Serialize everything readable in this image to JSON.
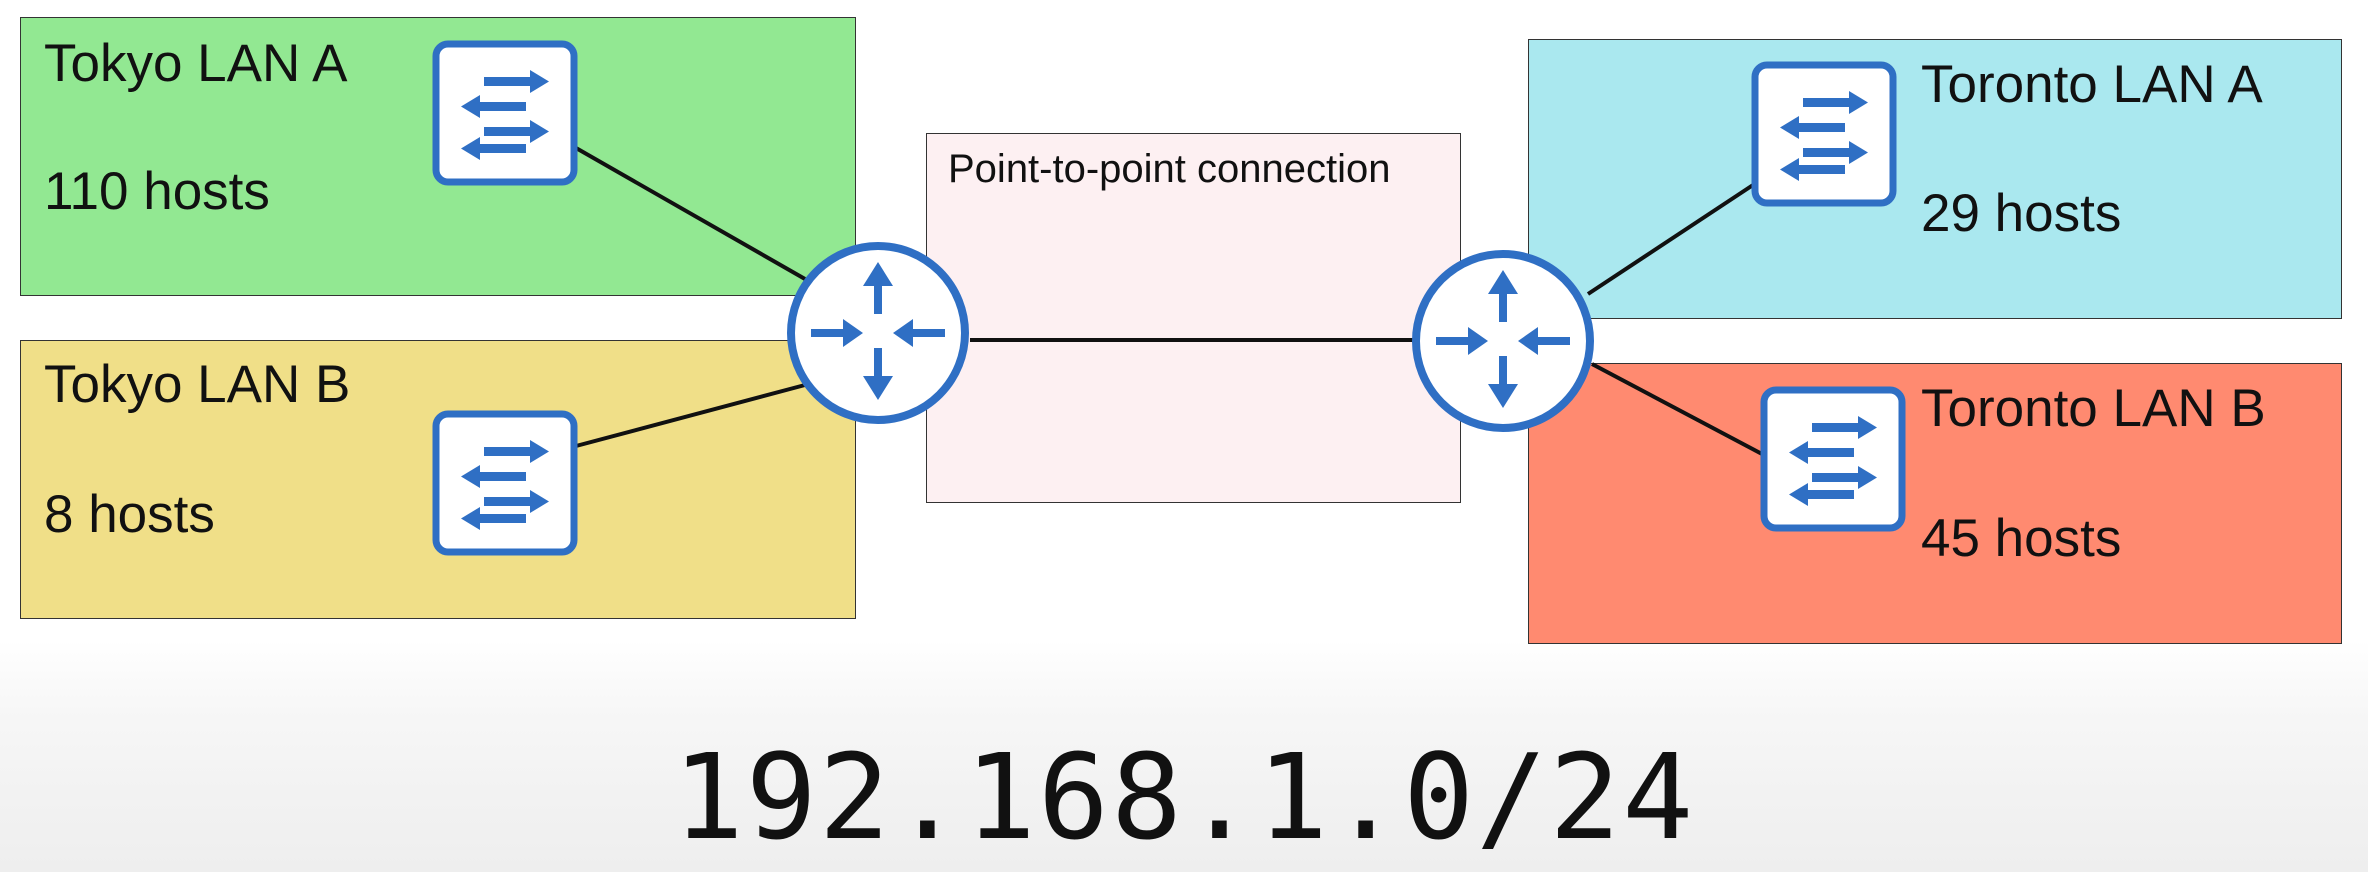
{
  "colors": {
    "tokyo_lan_a": "#92e892",
    "tokyo_lan_b": "#f0df88",
    "toronto_lan_a": "#aae8ef",
    "toronto_lan_b": "#ff8a70",
    "point_to_point": "#fdf0f2",
    "device_blue": "#2f6fc4"
  },
  "tokyo_lan_a": {
    "title": "Tokyo LAN A",
    "hosts": "110 hosts",
    "icon": "switch-icon"
  },
  "tokyo_lan_b": {
    "title": "Tokyo LAN B",
    "hosts": "8 hosts",
    "icon": "switch-icon"
  },
  "toronto_lan_a": {
    "title": "Toronto LAN A",
    "hosts": "29 hosts",
    "icon": "switch-icon"
  },
  "toronto_lan_b": {
    "title": "Toronto LAN B",
    "hosts": "45 hosts",
    "icon": "switch-icon"
  },
  "point_to_point": {
    "label": "Point-to-point connection"
  },
  "routers": {
    "icon": "router-icon"
  },
  "network": {
    "address": "192.168.1.0/24"
  }
}
